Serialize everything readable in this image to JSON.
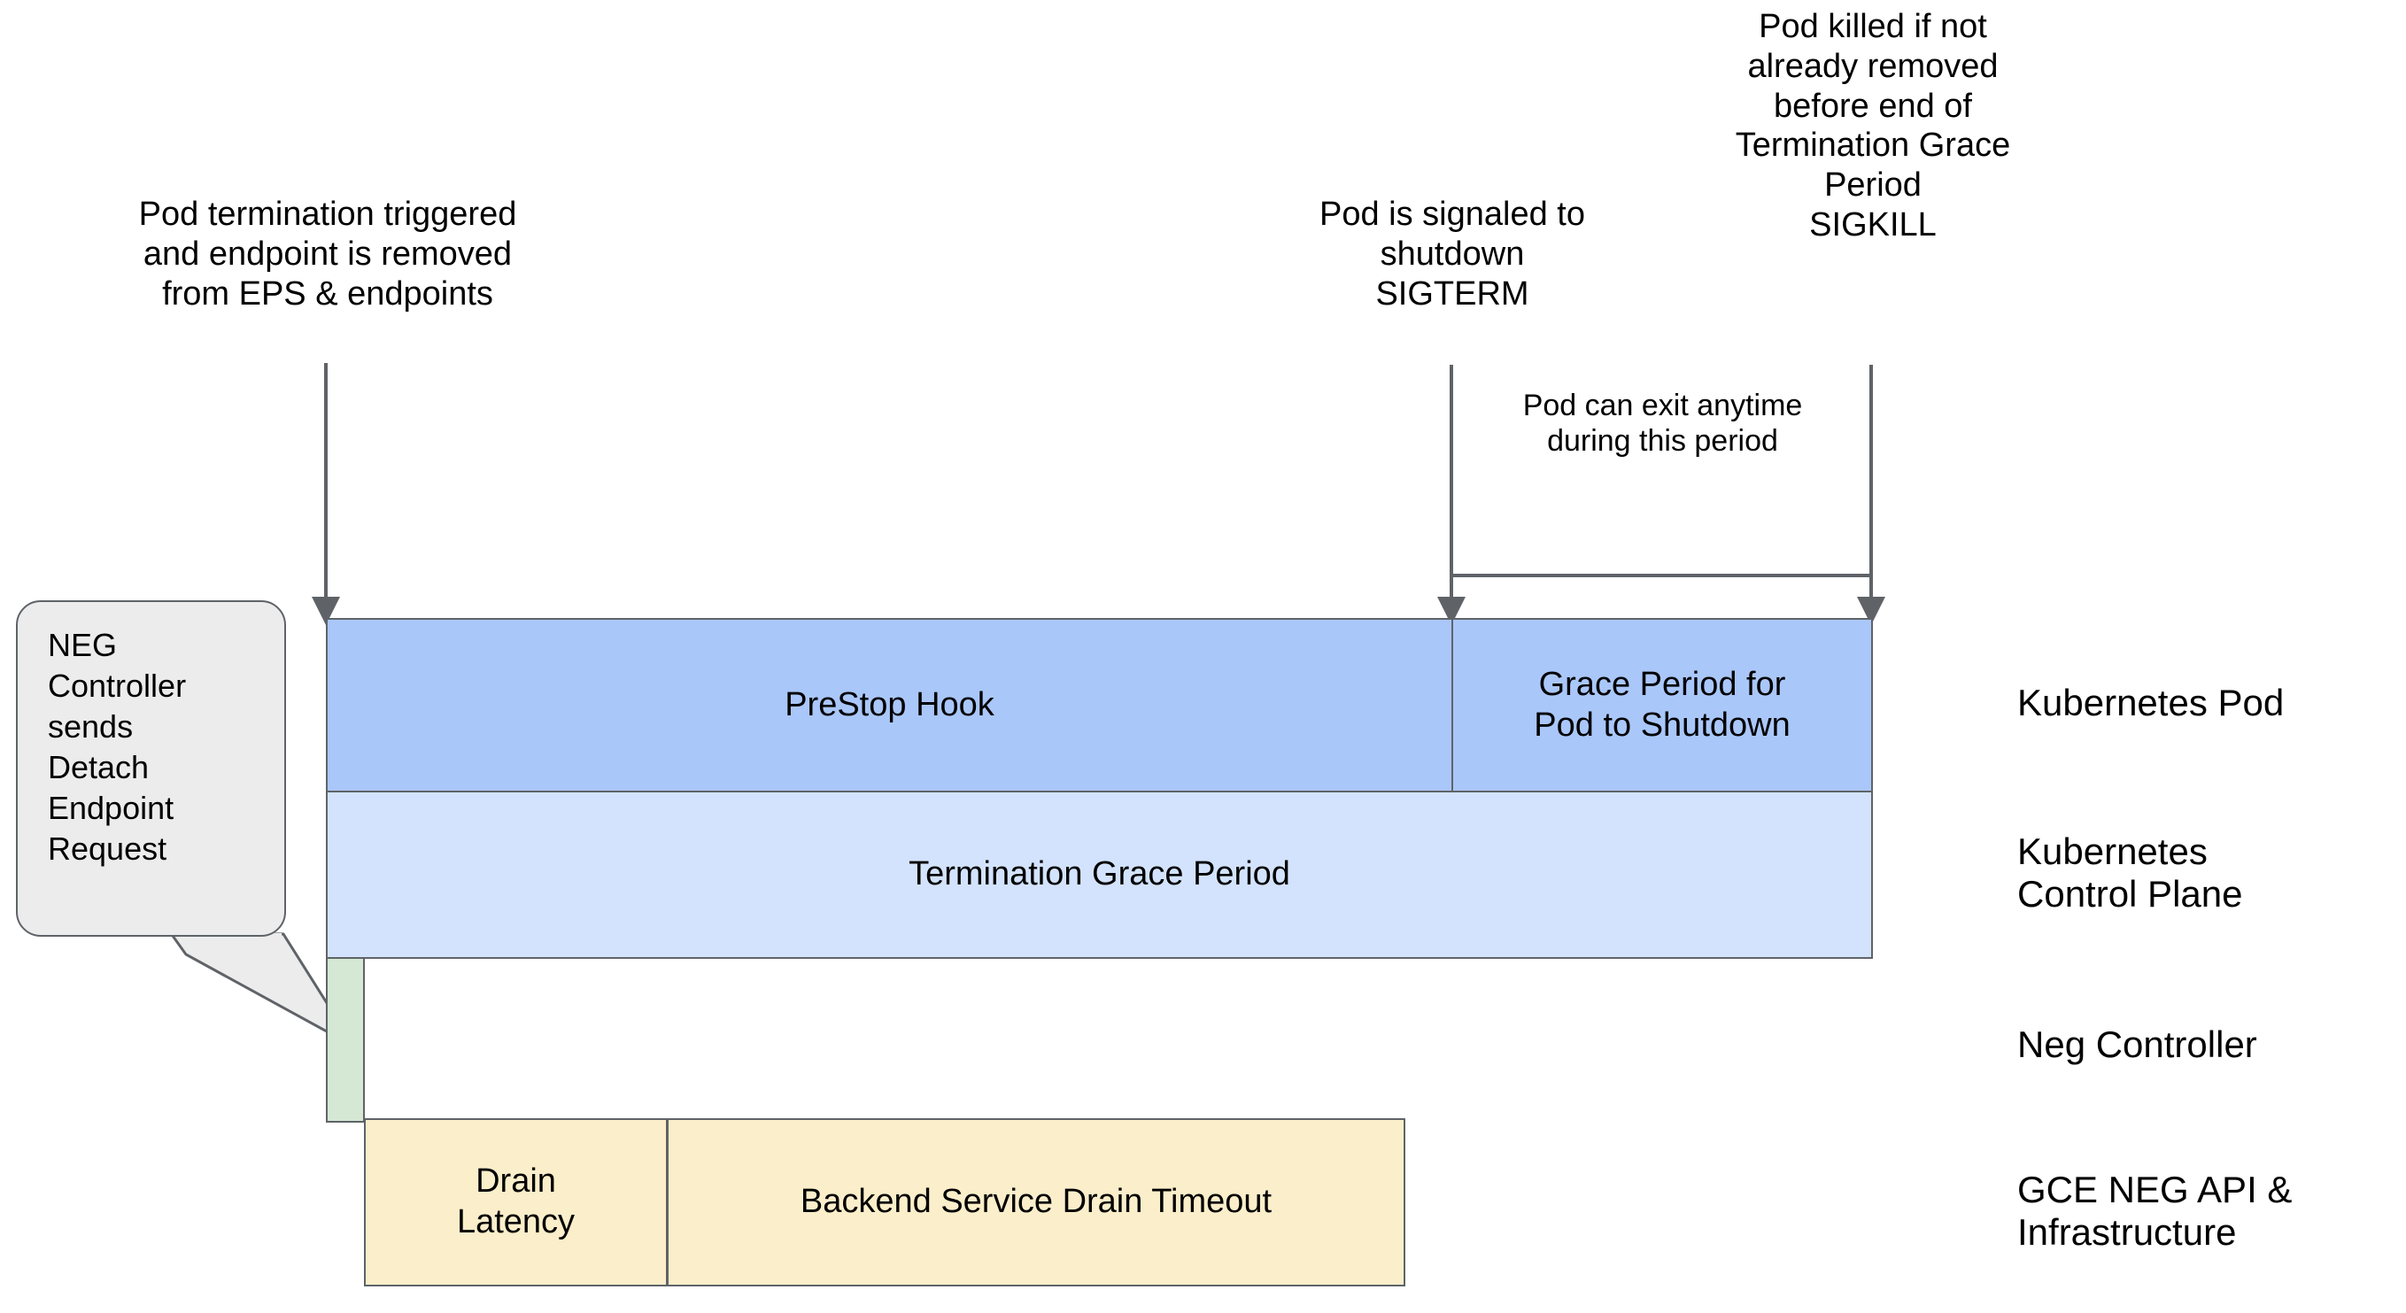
{
  "diagram": {
    "title": "Kubernetes Pod termination timeline with NEG drain",
    "colors": {
      "bar_blue": "#aac7fa",
      "bar_light_blue": "#d3e3fd",
      "bar_green": "#d4e8d4",
      "bar_yellow": "#fbeeca",
      "border": "#5f6368",
      "callout_bg": "#ececec",
      "background": "#ffffff",
      "text": "#000000"
    }
  },
  "annotations": [
    {
      "id": "pod-termination-triggered",
      "text": "Pod termination triggered\nand endpoint is removed\nfrom EPS & endpoints"
    },
    {
      "id": "pod-signaled-shutdown",
      "text": "Pod is signaled to\nshutdown\nSIGTERM"
    },
    {
      "id": "pod-killed-sigkill",
      "text": "Pod killed if not\nalready removed\nbefore end of\nTermination Grace\nPeriod\nSIGKILL"
    },
    {
      "id": "pod-can-exit-anytime",
      "text": "Pod can exit anytime\nduring this period"
    }
  ],
  "callout": {
    "id": "neg-controller-detach",
    "text": "NEG\nController\nsends\nDetach\nEndpoint\nRequest"
  },
  "bars": [
    {
      "id": "prestop-hook",
      "label": "PreStop Hook",
      "lane": "kubernetes-pod",
      "color": "bar_blue"
    },
    {
      "id": "grace-period-pod-shutdown",
      "label": "Grace Period for\nPod to Shutdown",
      "lane": "kubernetes-pod",
      "color": "bar_blue"
    },
    {
      "id": "termination-grace-period",
      "label": "Termination Grace Period",
      "lane": "kubernetes-control-plane",
      "color": "bar_light_blue"
    },
    {
      "id": "neg-detach-block",
      "label": "",
      "lane": "neg-controller",
      "color": "bar_green"
    },
    {
      "id": "drain-latency",
      "label": "Drain\nLatency",
      "lane": "gce-neg-api",
      "color": "bar_yellow"
    },
    {
      "id": "backend-service-drain-timeout",
      "label": "Backend Service Drain Timeout",
      "lane": "gce-neg-api",
      "color": "bar_yellow"
    }
  ],
  "lanes": [
    {
      "id": "kubernetes-pod",
      "label": "Kubernetes Pod"
    },
    {
      "id": "kubernetes-control-plane",
      "label": "Kubernetes\nControl Plane"
    },
    {
      "id": "neg-controller",
      "label": "Neg Controller"
    },
    {
      "id": "gce-neg-api",
      "label": "GCE NEG API &\nInfrastructure"
    }
  ]
}
